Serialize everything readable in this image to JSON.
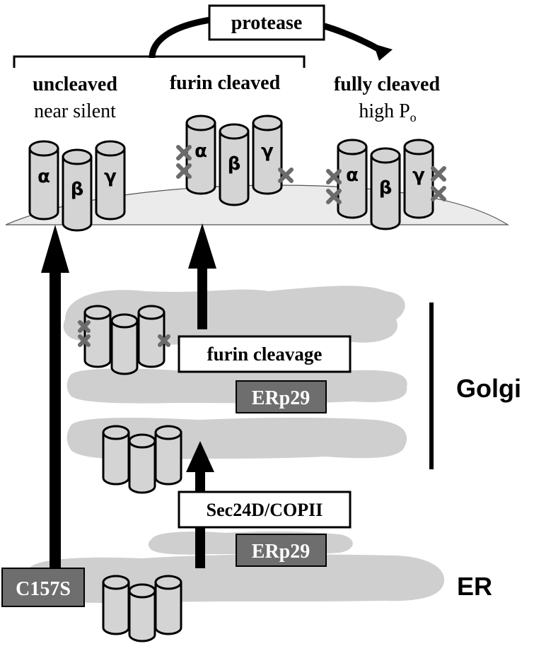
{
  "protease_label": "protease",
  "states": {
    "uncleaved": {
      "title": "uncleaved",
      "subtitle": "near silent"
    },
    "furin_cleaved": {
      "title": "furin cleaved"
    },
    "fully_cleaved": {
      "title": "fully cleaved",
      "subtitle_main": "high P",
      "subtitle_sub": "o"
    }
  },
  "subunits": {
    "alpha": "α",
    "beta": "β",
    "gamma": "γ"
  },
  "boxes": {
    "furin_cleavage": "furin cleavage",
    "erp29_golgi": "ERp29",
    "sec24d": "Sec24D/COPII",
    "erp29_er": "ERp29",
    "c157s": "C157S"
  },
  "compartments": {
    "golgi": "Golgi",
    "er": "ER"
  },
  "colors": {
    "cylinder_fill": "#d4d4d4",
    "cleavage_mark": "#6b6b6b",
    "organelle": "#cfcfcf",
    "dark_box": "#6e6e6e"
  }
}
